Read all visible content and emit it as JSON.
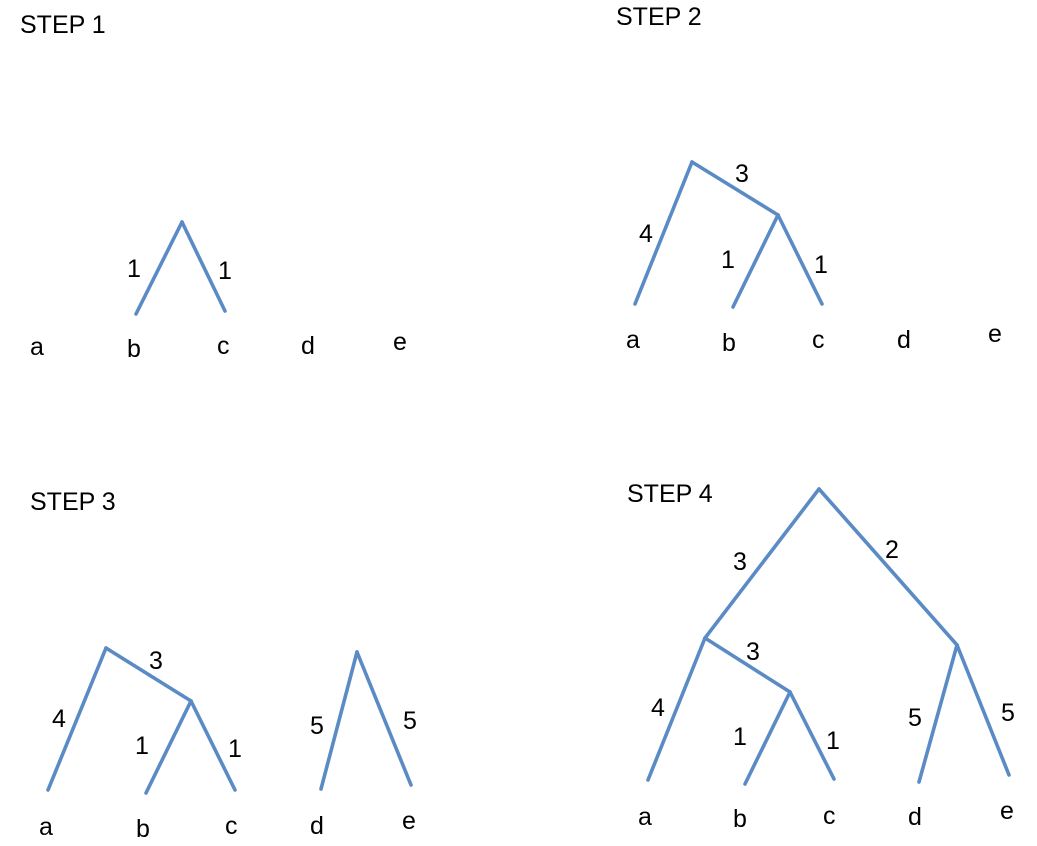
{
  "colors": {
    "edge": "#5b8bc4",
    "text": "#000000",
    "background": "#ffffff"
  },
  "steps": [
    {
      "title": "STEP 1",
      "leaves": [
        "a",
        "b",
        "c",
        "d",
        "e"
      ],
      "edge_labels": [
        "1",
        "1"
      ]
    },
    {
      "title": "STEP 2",
      "leaves": [
        "a",
        "b",
        "c",
        "d",
        "e"
      ],
      "edge_labels": [
        "4",
        "3",
        "1",
        "1"
      ]
    },
    {
      "title": "STEP 3",
      "leaves": [
        "a",
        "b",
        "c",
        "d",
        "e"
      ],
      "edge_labels": [
        "4",
        "3",
        "1",
        "1",
        "5",
        "5"
      ]
    },
    {
      "title": "STEP 4",
      "leaves": [
        "a",
        "b",
        "c",
        "d",
        "e"
      ],
      "edge_labels": [
        "3",
        "2",
        "4",
        "3",
        "1",
        "1",
        "5",
        "5"
      ]
    }
  ]
}
